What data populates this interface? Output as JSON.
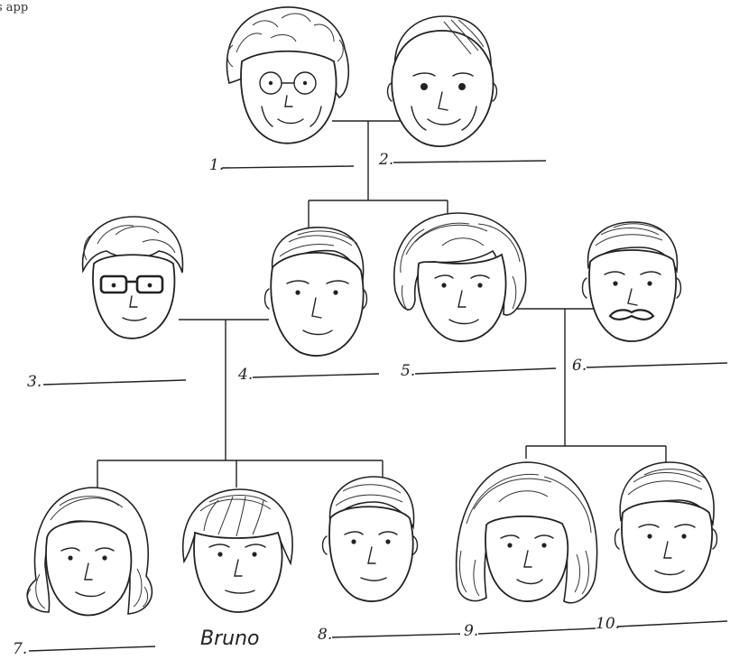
{
  "header_fragment": "s app",
  "members": [
    {
      "number": "1.",
      "name": ""
    },
    {
      "number": "2.",
      "name": ""
    },
    {
      "number": "3.",
      "name": ""
    },
    {
      "number": "4.",
      "name": ""
    },
    {
      "number": "5.",
      "name": ""
    },
    {
      "number": "6.",
      "name": ""
    },
    {
      "number": "7.",
      "name": ""
    },
    {
      "number": "",
      "name": "Bruno"
    },
    {
      "number": "8.",
      "name": ""
    },
    {
      "number": "9.",
      "name": ""
    },
    {
      "number": "10.",
      "name": ""
    }
  ]
}
